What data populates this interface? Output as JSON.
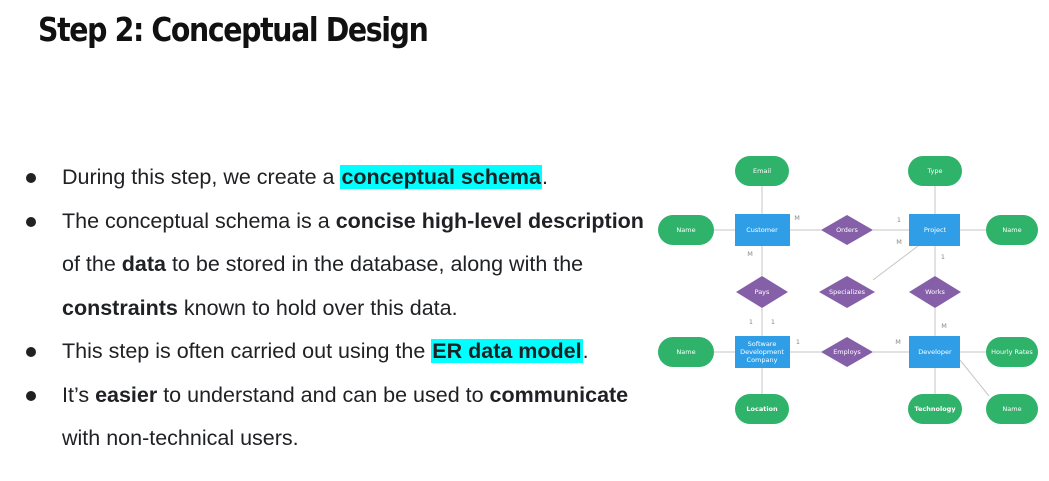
{
  "title": "Step 2: Conceptual Design",
  "bullets": [
    {
      "parts": [
        {
          "t": "During this step, we create a ",
          "s": "n"
        },
        {
          "t": "conceptual schema",
          "s": "h"
        },
        {
          "t": ".",
          "s": "n"
        }
      ]
    },
    {
      "parts": [
        {
          "t": "The conceptual schema is a ",
          "s": "n"
        },
        {
          "t": "concise high-level description",
          "s": "b"
        },
        {
          "t": " of the ",
          "s": "n"
        },
        {
          "t": "data",
          "s": "b"
        },
        {
          "t": " to be stored in the database, along with the ",
          "s": "n"
        },
        {
          "t": "constraints",
          "s": "b"
        },
        {
          "t": " known to hold over this data.",
          "s": "n"
        }
      ]
    },
    {
      "parts": [
        {
          "t": "This step is often carried out using the ",
          "s": "n"
        },
        {
          "t": "ER data model",
          "s": "h"
        },
        {
          "t": ".",
          "s": "n"
        }
      ]
    },
    {
      "parts": [
        {
          "t": "It’s ",
          "s": "n"
        },
        {
          "t": "easier",
          "s": "b"
        },
        {
          "t": " to understand and can be used to ",
          "s": "n"
        },
        {
          "t": "communicate",
          "s": "b"
        },
        {
          "t": " with non-technical users.",
          "s": "n"
        }
      ]
    }
  ],
  "diagram": {
    "entities": {
      "customer": "Customer",
      "project": "Project",
      "company": [
        "Software",
        "Development",
        "Company"
      ],
      "developer": "Developer"
    },
    "relationships": {
      "orders": "Orders",
      "pays": "Pays",
      "specializes": "Specializes",
      "works": "Works",
      "employs": "Employs"
    },
    "attributes": {
      "email": "Email",
      "type": "Type",
      "customer_name": "Name",
      "project_name": "Name",
      "company_name": "Name",
      "hourly_rates": "Hourly Rates",
      "location": "Location",
      "technology": "Technology",
      "developer_name": "Name"
    },
    "cardinalities": {
      "customer_orders": "M",
      "orders_project": "1",
      "project_specializes": "M",
      "customer_pays": "M",
      "project_works": "1",
      "pays_company_a": "1",
      "pays_company_b": "1",
      "company_employs": "1",
      "employs_developer": "M",
      "works_developer": "M"
    },
    "colors": {
      "entity": "#2f9ee6",
      "attribute": "#2fb26a",
      "relationship": "#8560a8"
    }
  }
}
